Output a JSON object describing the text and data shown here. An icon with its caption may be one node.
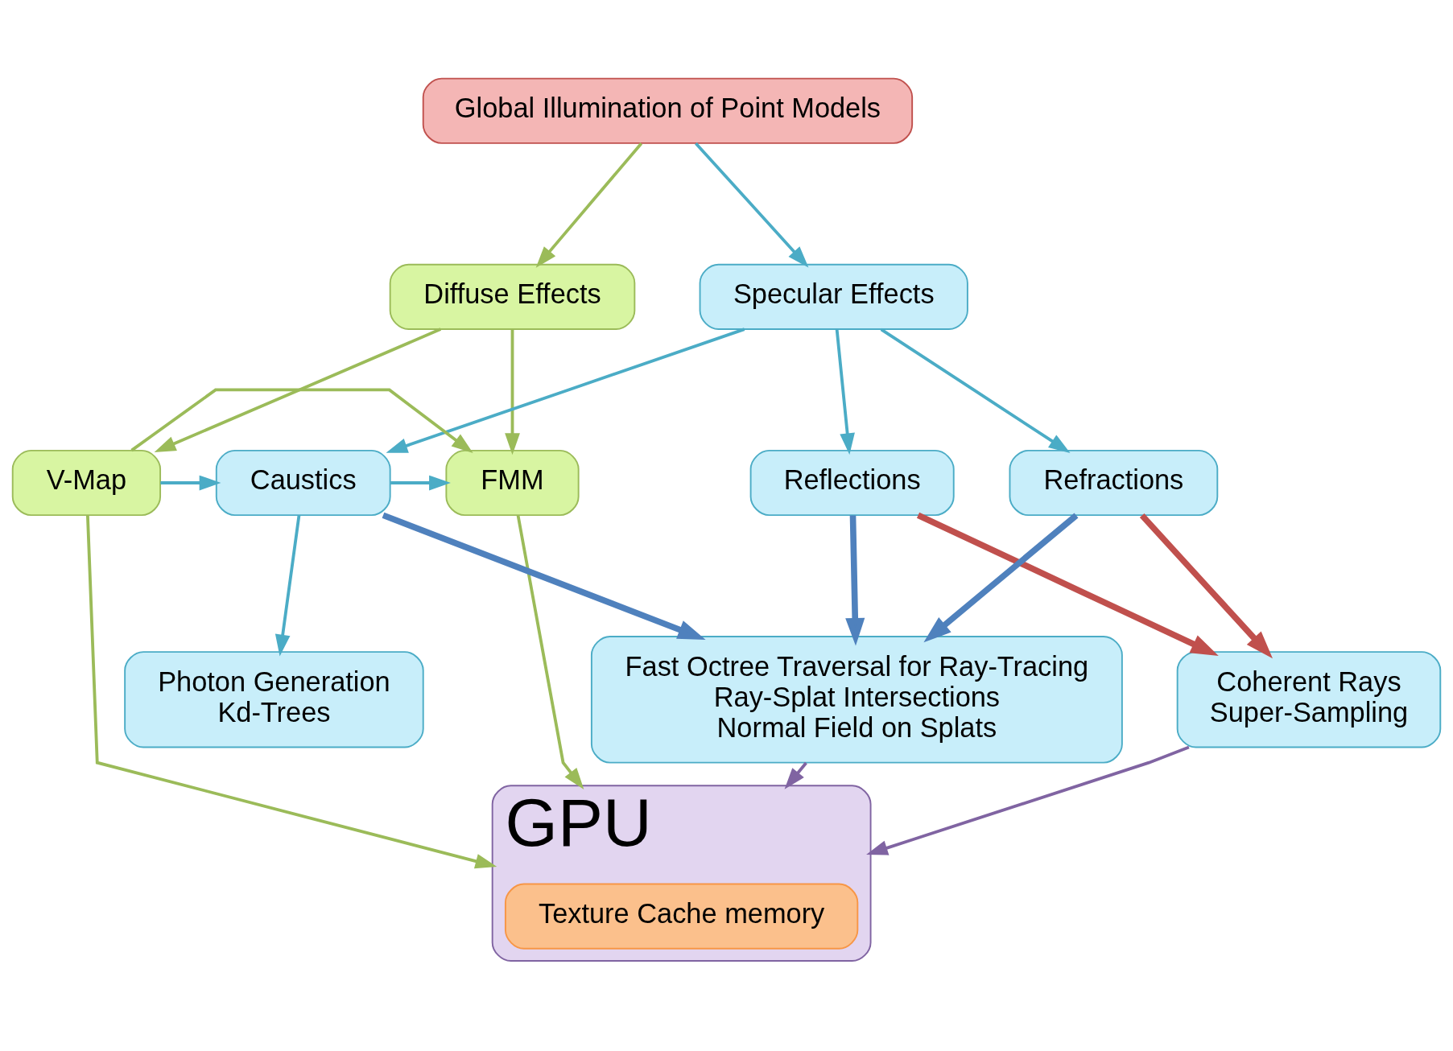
{
  "diagram": {
    "nodes": [
      {
        "text": [
          "Global Illumination of Point Models"
        ]
      },
      {
        "text": [
          "Diffuse Effects"
        ]
      },
      {
        "text": [
          "Specular Effects"
        ]
      },
      {
        "text": [
          "V-Map"
        ]
      },
      {
        "text": [
          "FMM"
        ]
      },
      {
        "text": [
          "Caustics"
        ]
      },
      {
        "text": [
          "Reflections"
        ]
      },
      {
        "text": [
          "Refractions"
        ]
      },
      {
        "text": [
          "Photon Generation",
          "Kd-Trees"
        ]
      },
      {
        "text": [
          "Fast Octree Traversal for Ray-Tracing",
          "Ray-Splat Intersections",
          "Normal Field on Splats"
        ]
      },
      {
        "text": [
          "Coherent Rays",
          "Super-Sampling"
        ]
      },
      {
        "text": [
          "GPU"
        ]
      },
      {
        "text": [
          "Texture Cache memory"
        ],
        "in": 11
      }
    ],
    "edges": [
      {
        "from": 0,
        "to": 1,
        "arrow": "to",
        "color": "#9bbb59"
      },
      {
        "from": 0,
        "to": 2,
        "arrow": "to"
      },
      {
        "from": 1,
        "to": 3,
        "arrow": "to",
        "color": "#9bbb59"
      },
      {
        "from": 1,
        "to": 4,
        "arrow": "to",
        "color": "#9bbb59"
      },
      {
        "from": 2,
        "to": 5,
        "arrow": "to"
      },
      {
        "from": 2,
        "to": 6,
        "arrow": "to"
      },
      {
        "from": 2,
        "to": 7,
        "arrow": "to"
      },
      {
        "from": 3,
        "to": 5,
        "arrow": "to"
      },
      {
        "from": 3,
        "to": 4,
        "arrow": "to",
        "color": "#9bbb59"
      },
      {
        "from": 5,
        "to": 4,
        "arrow": "to"
      },
      {
        "from": 5,
        "to": 8,
        "arrow": "to"
      },
      {
        "from": 5,
        "to": 9,
        "arrow": "to",
        "style": "thick",
        "color": "#4f81bd"
      },
      {
        "from": 6,
        "to": 9,
        "arrow": "to",
        "style": "thick",
        "color": "#4f81bd"
      },
      {
        "from": 7,
        "to": 9,
        "arrow": "to",
        "style": "thick",
        "color": "#4f81bd"
      },
      {
        "from": 6,
        "to": 10,
        "arrow": "to",
        "style": "thick",
        "color": "#c0504d"
      },
      {
        "from": 7,
        "to": 10,
        "arrow": "to",
        "style": "thick",
        "color": "#c0504d"
      },
      {
        "from": 3,
        "to": 11,
        "arrow": "to",
        "color": "#9bbb59"
      },
      {
        "from": 4,
        "to": 11,
        "arrow": "to",
        "color": "#9bbb59"
      },
      {
        "from": 9,
        "to": 11,
        "arrow": "to",
        "color": "#8064a2"
      },
      {
        "from": 10,
        "to": 11,
        "arrow": "to",
        "color": "#8064a2"
      }
    ]
  }
}
